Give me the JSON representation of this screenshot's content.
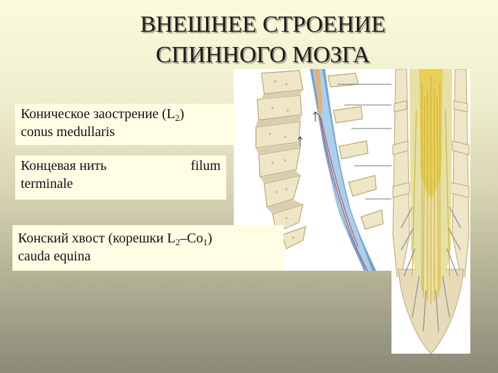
{
  "title": {
    "line1": "ВНЕШНЕЕ СТРОЕНИЕ",
    "line2": "СПИННОГО МОЗГА"
  },
  "labels": {
    "conus": {
      "ru": "Коническое заострение (L",
      "sub": "2",
      "close": ")",
      "lat": "conus medullaris"
    },
    "filum": {
      "ru": "Концевая нить",
      "lat_a": "filum",
      "lat_b": "terminale"
    },
    "cauda": {
      "ru": "Конский хвост (корешки L",
      "sub1": "2",
      "mid": "–Co",
      "sub2": "1",
      "close": ")",
      "lat": "cauda equina"
    }
  },
  "images": {
    "sagittal": "spinal-cord-sagittal-section",
    "frontal": "spinal-cord-posterior-view"
  }
}
